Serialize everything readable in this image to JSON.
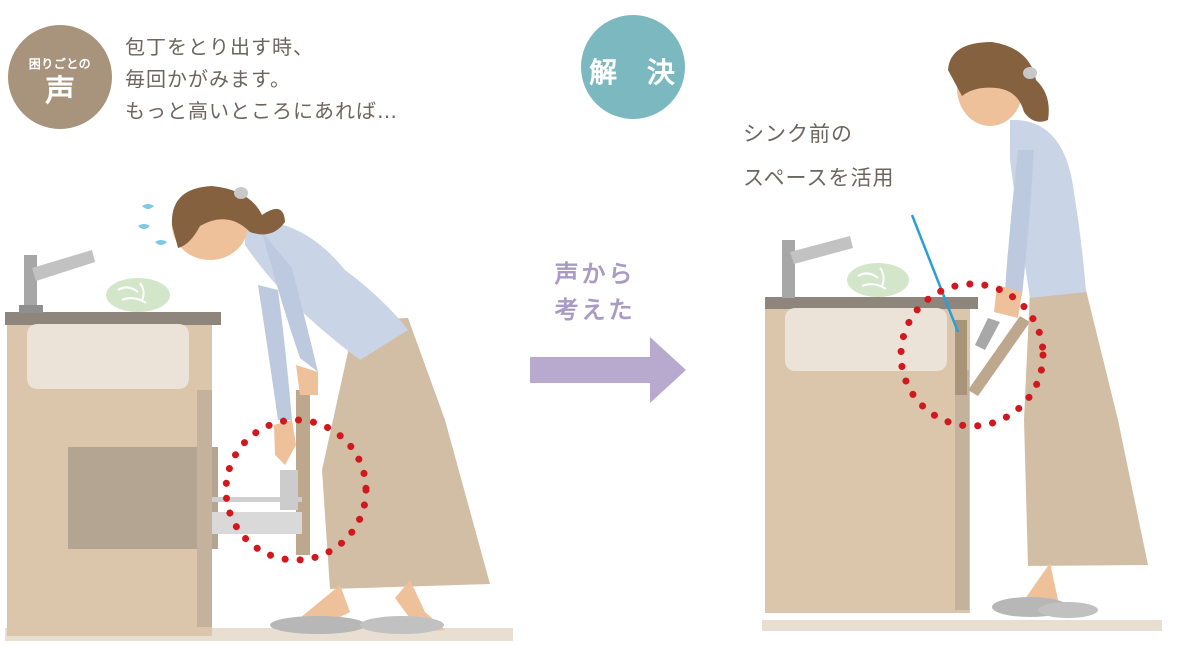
{
  "voice_badge": {
    "label_small": "困りごとの",
    "label_big": "声"
  },
  "complaint_lines": [
    "包丁をとり出す時、",
    "毎回かがみます。",
    "もっと高いところにあれば…"
  ],
  "middle_label_lines": [
    "声から",
    "考えた"
  ],
  "solution_badge": {
    "label": "解 決"
  },
  "solution_lines": [
    "シンク前の",
    "スペースを活用"
  ],
  "colors": {
    "voice_badge": "#a8947d",
    "solution_badge": "#7bb8bf",
    "arrow": "#b8a9cf",
    "dotted_circle": "#d0191f",
    "cabinet": "#d9c3a8",
    "skirt": "#d2bea5",
    "sweater": "#c9d4e6",
    "hair": "#86613f",
    "skin": "#efc19b"
  }
}
